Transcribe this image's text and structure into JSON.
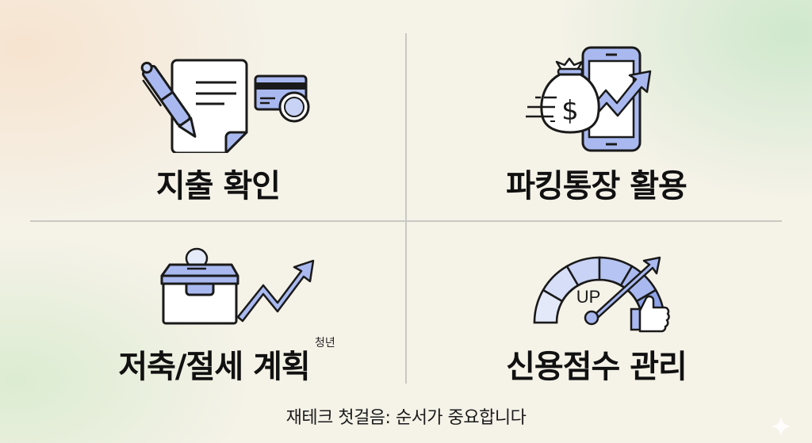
{
  "quadrants": [
    {
      "id": "expense-check",
      "title": "지출 확인",
      "icon": "document-pen-card-icon"
    },
    {
      "id": "parking-account",
      "title": "파킹통장 활용",
      "icon": "money-bag-phone-growth-icon"
    },
    {
      "id": "savings-tax-plan",
      "title": "저축/절세 계획",
      "superscript": "청년",
      "icon": "savings-box-growth-icon"
    },
    {
      "id": "credit-score",
      "title": "신용점수 관리",
      "icon": "credit-gauge-up-icon",
      "gauge_label": "UP"
    }
  ],
  "footer": {
    "caption": "재테크 첫걸음: 순서가 중요합니다"
  },
  "colors": {
    "accent_blue": "#a9b9f0",
    "accent_blue_dark": "#8ea3e8",
    "outline": "#1a1a1a",
    "divider": "#c9c9c4",
    "background": "#f5f2e8"
  }
}
